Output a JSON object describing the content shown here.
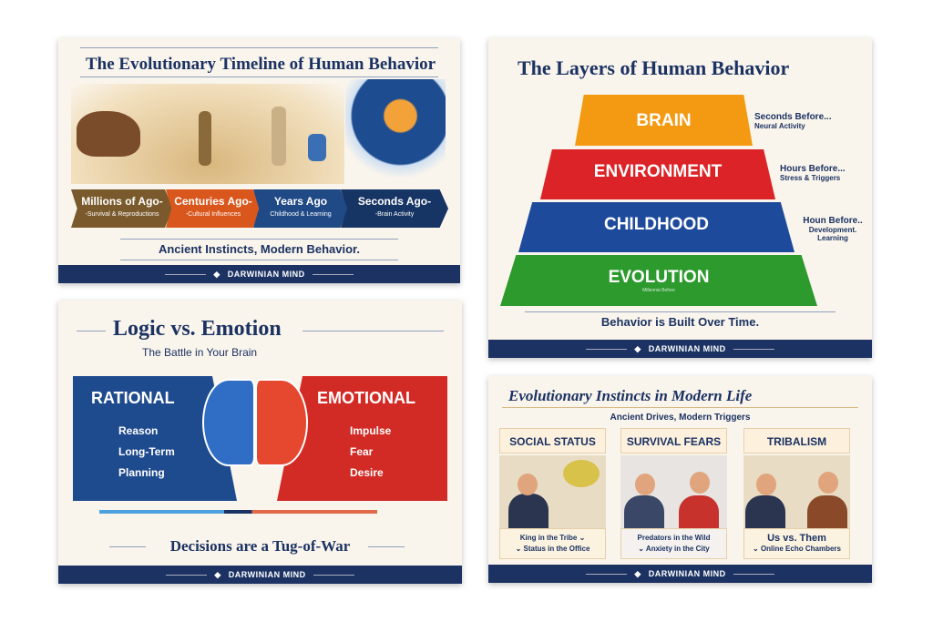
{
  "brand": "DARWINIAN MIND",
  "timeline": {
    "title": "The Evolutionary Timeline of Human Behavior",
    "stages": [
      {
        "label": "Millions of Ago-",
        "sub": "-Survival & Reproductions",
        "color": "#7a5a2c"
      },
      {
        "label": "Centuries Ago-",
        "sub": "-Cultural Influences",
        "color": "#d9561c"
      },
      {
        "label": "Years Ago",
        "sub": "Childhood & Learning",
        "color": "#1f4a85"
      },
      {
        "label": "Seconds Ago-",
        "sub": "-Brain Activity",
        "color": "#163564"
      }
    ],
    "tagline": "Ancient Instincts, Modern Behavior."
  },
  "layers": {
    "title": "The Layers of Human Behavior",
    "items": [
      {
        "name": "BRAIN",
        "sub": "Neural Activity",
        "time": "Seconds Before...",
        "color": "#f39a12"
      },
      {
        "name": "ENVIRONMENT",
        "sub": "Stress & Triggers",
        "time": "Hours Before...",
        "color": "#dc2428"
      },
      {
        "name": "CHILDHOOD",
        "sub": "Development. Learning",
        "time": "Houn Before..",
        "color": "#1e4a9c"
      },
      {
        "name": "EVOLUTION",
        "sub": "Millennia Before",
        "time": "",
        "color": "#2c9a2c"
      }
    ],
    "tagline": "Behavior is Built Over Time."
  },
  "logic": {
    "title": "Logic vs. Emotion",
    "subtitle": "The Battle in Your Brain",
    "rational": {
      "title": "RATIONAL",
      "items": [
        "Reason",
        "Long-Term",
        "Planning"
      ]
    },
    "emotional": {
      "title": "EMOTIONAL",
      "items": [
        "Impulse",
        "Fear",
        "Desire"
      ]
    },
    "tagline": "Decisions are a Tug-of-War"
  },
  "instincts": {
    "title": "Evolutionary Instincts in Modern Life",
    "subtitle": "Ancient Drives, Modern Triggers",
    "cards": [
      {
        "title": "SOCIAL STATUS",
        "line1": "King in the Tribe ⌄",
        "line2": "⌄ Status in the Office"
      },
      {
        "title": "SURVIVAL FEARS",
        "line1": "Predators in the Wild",
        "line2": "⌄ Anxiety in the City"
      },
      {
        "title": "TRIBALISM",
        "line1": "Us vs. Them",
        "line2": "⌄ Online Echo Chambers"
      }
    ]
  }
}
